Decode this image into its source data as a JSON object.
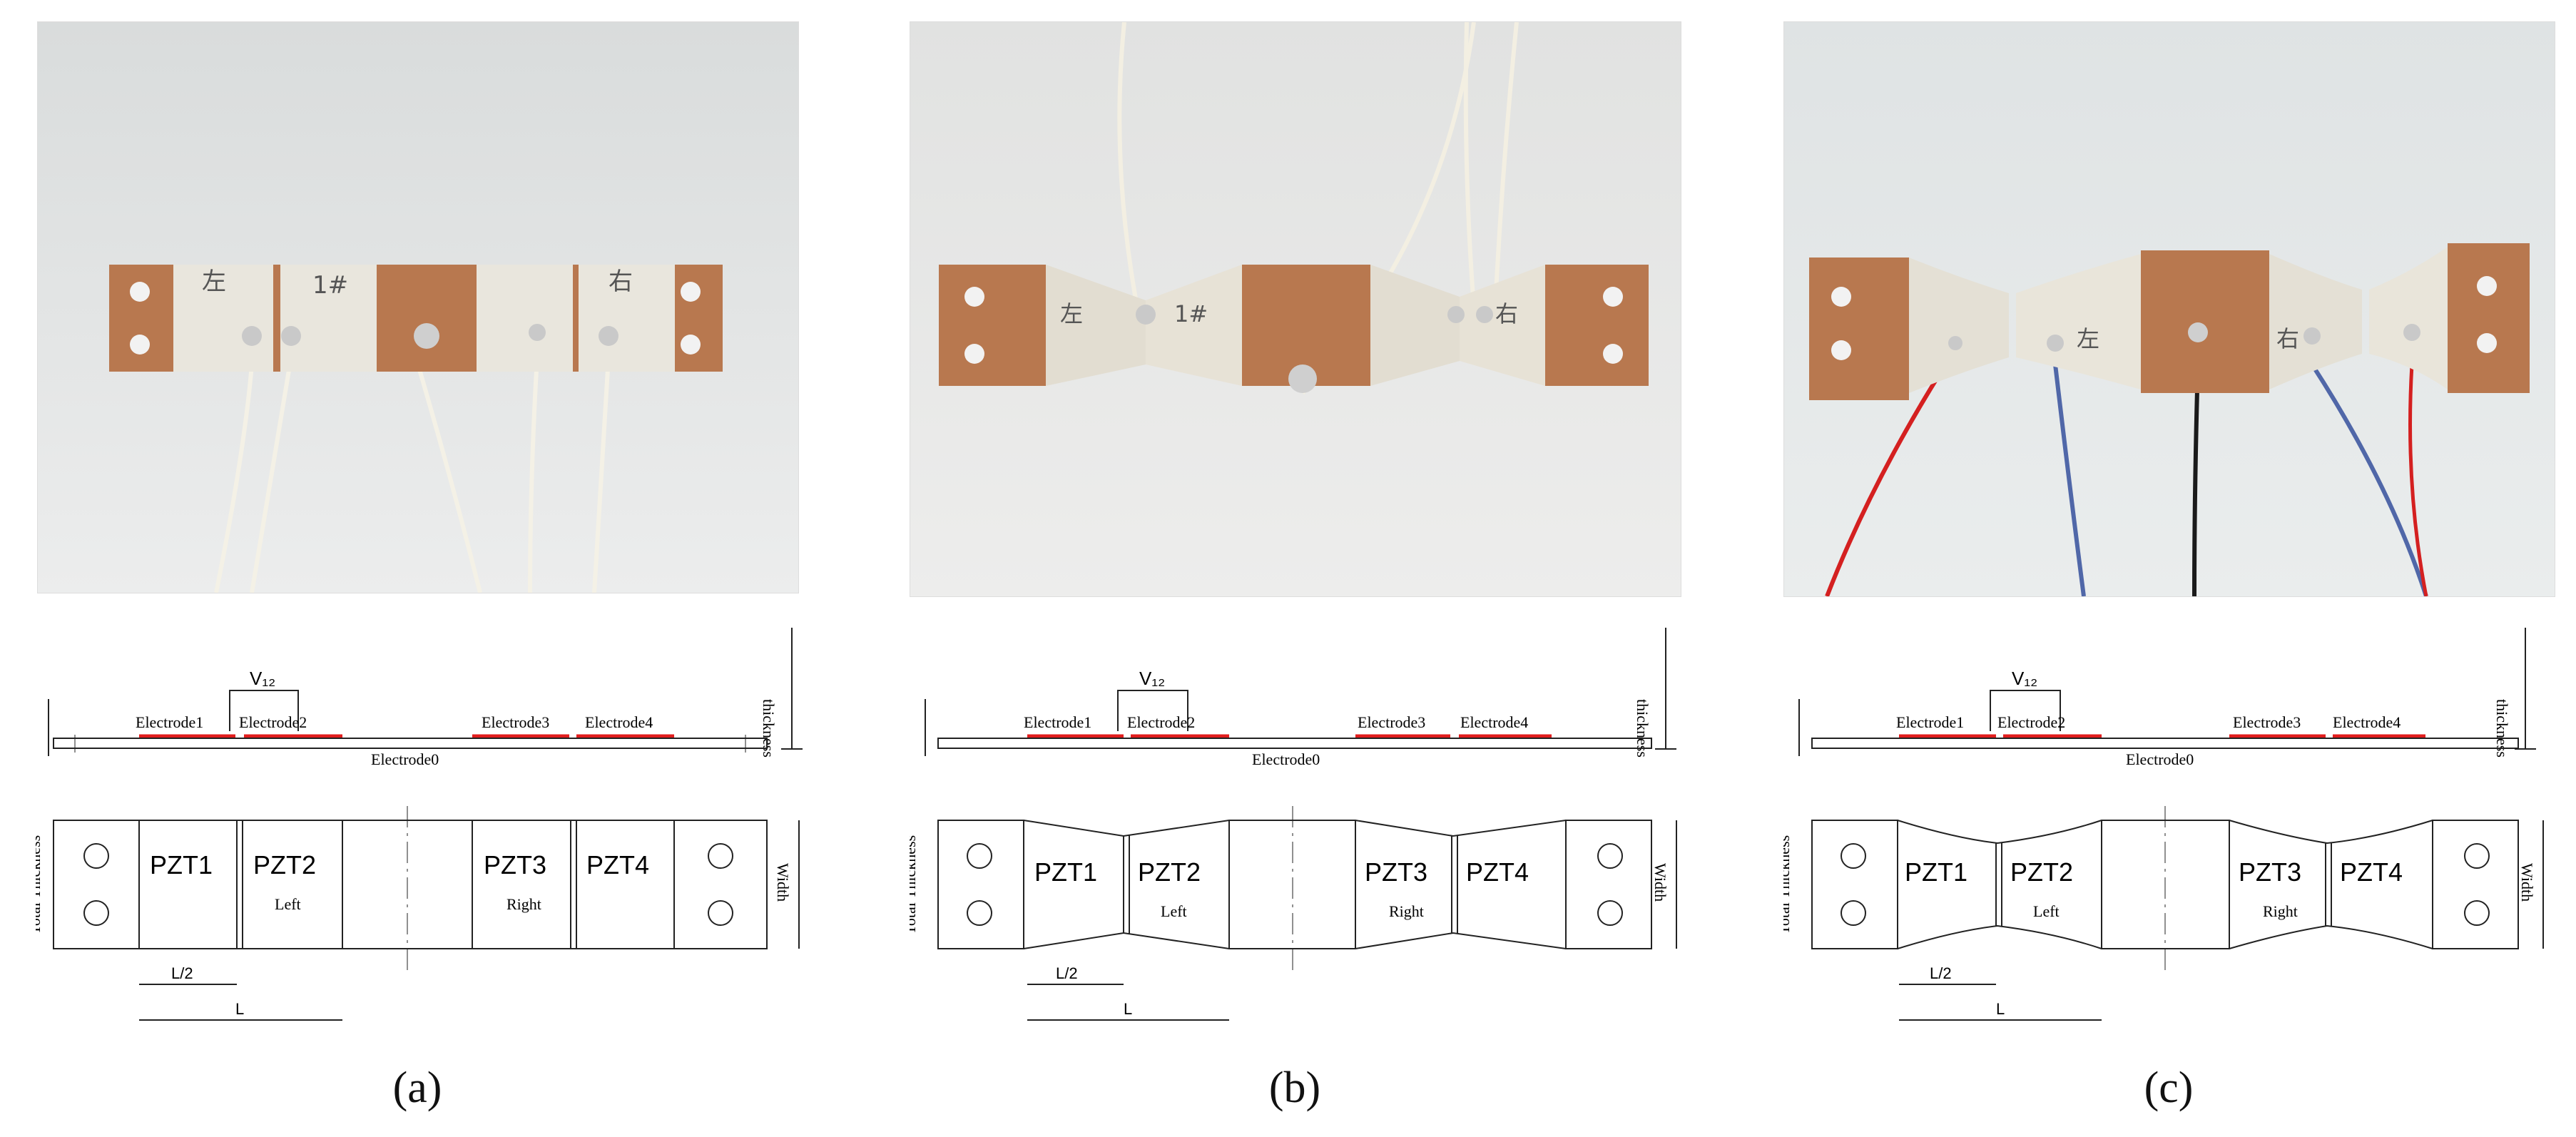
{
  "panels": [
    {
      "id": "a",
      "caption": "(a)",
      "photo_handwriting": [
        "左",
        "1#",
        "右"
      ],
      "labels": {
        "v12": "V₁₂",
        "electrode1": "Electrode1",
        "electrode2": "Electrode2",
        "electrode3": "Electrode3",
        "electrode4": "Electrode4",
        "electrode0": "Electrode0",
        "thickness": "thickness",
        "total_thickness": "Total Thickness",
        "width": "Width",
        "pzt1": "PZT1",
        "pzt2": "PZT2",
        "pzt3": "PZT3",
        "pzt4": "PZT4",
        "left": "Left",
        "right": "Right",
        "half_length": "L/2",
        "length": "L"
      }
    },
    {
      "id": "b",
      "caption": "(b)",
      "photo_handwriting": [
        "左",
        "1#",
        "右"
      ],
      "labels": {
        "v12": "V₁₂",
        "electrode1": "Electrode1",
        "electrode2": "Electrode2",
        "electrode3": "Electrode3",
        "electrode4": "Electrode4",
        "electrode0": "Electrode0",
        "thickness": "thickness",
        "total_thickness": "Total Thickness",
        "width": "Width",
        "pzt1": "PZT1",
        "pzt2": "PZT2",
        "pzt3": "PZT3",
        "pzt4": "PZT4",
        "left": "Left",
        "right": "Right",
        "half_length": "L/2",
        "length": "L"
      }
    },
    {
      "id": "c",
      "caption": "(c)",
      "photo_handwriting": [
        "左",
        "右"
      ],
      "labels": {
        "v12": "V₁₂",
        "electrode1": "Electrode1",
        "electrode2": "Electrode2",
        "electrode3": "Electrode3",
        "electrode4": "Electrode4",
        "electrode0": "Electrode0",
        "thickness": "thickness",
        "total_thickness": "Total Thickness",
        "width": "Width",
        "pzt1": "PZT1",
        "pzt2": "PZT2",
        "pzt3": "PZT3",
        "pzt4": "PZT4",
        "left": "Left",
        "right": "Right",
        "half_length": "L/2",
        "length": "L"
      }
    }
  ],
  "colors": {
    "copper": "#b8784f",
    "ceramic": "#e9e6dd",
    "electrode_line": "#e11d1d",
    "outline": "#222222",
    "backdrop": "#e6e8e8"
  }
}
